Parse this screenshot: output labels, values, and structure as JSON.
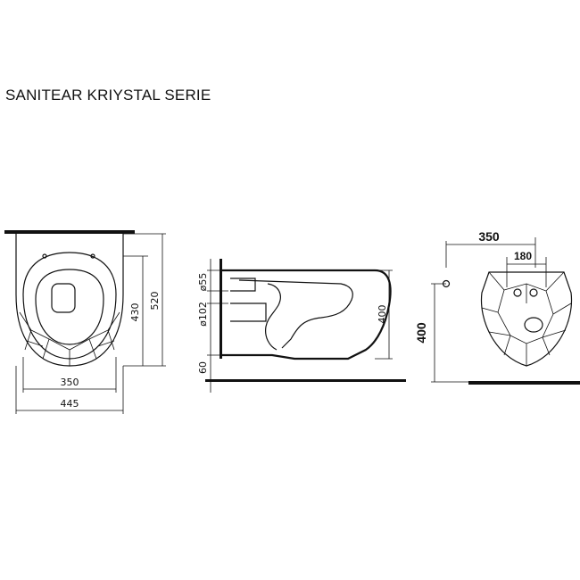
{
  "title": "SANITEAR KRIYSTAL SERIE",
  "top_view": {
    "dim_width_inner": "350",
    "dim_width_outer": "445",
    "dim_depth_inner": "430",
    "dim_depth_outer": "520"
  },
  "side_view": {
    "dim_inlet": "ø55",
    "dim_outlet": "ø102",
    "dim_floor": "60",
    "dim_height": "400"
  },
  "front_view": {
    "dim_width": "350",
    "dim_bolts": "180",
    "dim_height": "400"
  }
}
